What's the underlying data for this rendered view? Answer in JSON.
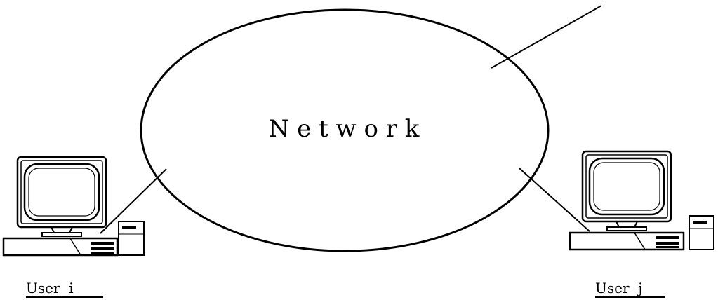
{
  "network": {
    "label": "N e t w o r k"
  },
  "users": [
    {
      "label": "User  i",
      "side": "left"
    },
    {
      "label": "User  j",
      "side": "right"
    }
  ],
  "colors": {
    "ink": "#000000",
    "background": "#ffffff"
  }
}
